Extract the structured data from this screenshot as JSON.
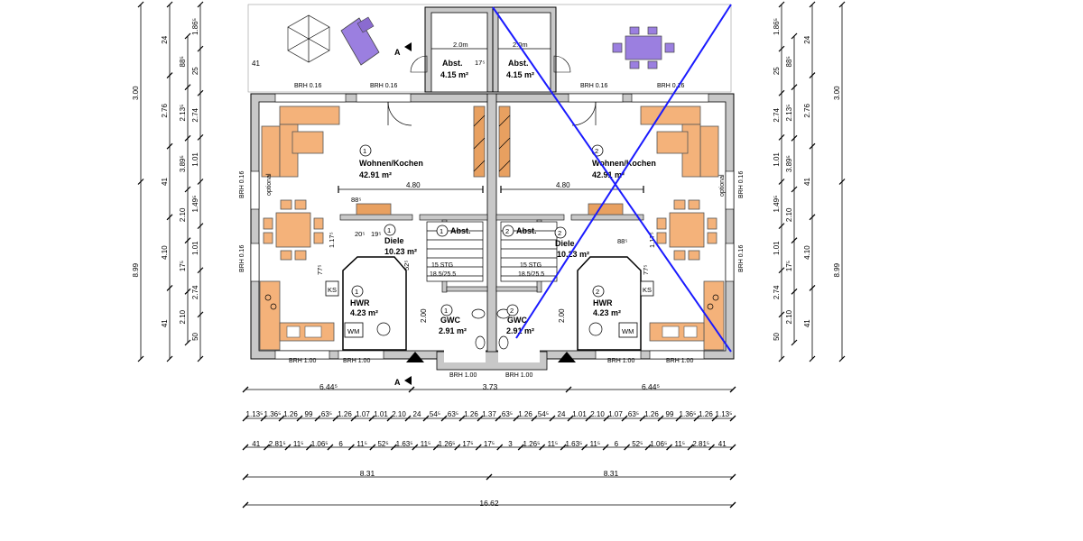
{
  "units": [
    {
      "id": "1",
      "wohnen": {
        "num": "1",
        "name": "Wohnen/Kochen",
        "area": "42.91 m²"
      },
      "diele": {
        "num": "1",
        "name": "Diele",
        "area": "10.23 m²"
      },
      "hwr": {
        "num": "1",
        "name": "HWR",
        "area": "4.23 m²"
      },
      "gwc": {
        "num": "1",
        "name": "GWC",
        "area": "2.91 m²"
      },
      "abst_small": {
        "num": "1",
        "name": "Abst."
      },
      "abst_out": {
        "name": "Abst.",
        "area": "4.15 m²"
      }
    },
    {
      "id": "2",
      "wohnen": {
        "num": "2",
        "name": "Wohnen/Kochen",
        "area": "42.91 m²"
      },
      "diele": {
        "num": "2",
        "name": "Diele",
        "area": "10.23 m²"
      },
      "hwr": {
        "num": "2",
        "name": "HWR",
        "area": "4.23 m²"
      },
      "gwc": {
        "num": "2",
        "name": "GWC",
        "area": "2.91 m²"
      },
      "abst_small": {
        "num": "2",
        "name": "Abst."
      },
      "abst_out": {
        "name": "Abst.",
        "area": "4.15 m²"
      }
    }
  ],
  "labels": {
    "brh_016": "BRH 0.16",
    "brh_100": "BRH 1.00",
    "optional": "optional",
    "ks": "KS",
    "wm": "WM",
    "section": "A",
    "stair": "15 STG",
    "stair_dim": "18.5/25.5",
    "dim_20m": "2.0m",
    "dim_200": "2.00",
    "dim_480": "4.80",
    "dim_88": "88⁵",
    "dim_117": "1.17⁵",
    "dim_77": "77⁵",
    "dim_52": "52⁵",
    "dim_20": "20⁵",
    "dim_19": "19⁵",
    "dim_17": "17⁵",
    "dim_41": "41"
  },
  "bottom_dims": {
    "row1": [
      "6.44⁵",
      "3.73",
      "6.44⁵"
    ],
    "row2": [
      "1.13⁵",
      "1.36⁵",
      "1.26",
      "99",
      "63⁵",
      "1.26",
      "1.07",
      "1.01",
      "2.10",
      "24",
      "54⁵",
      "63⁵",
      "1.26",
      "1.37",
      "63⁵",
      "1.26",
      "54⁵",
      "24",
      "1.01",
      "2.10",
      "1.07",
      "63⁵",
      "1.26",
      "99",
      "1.36⁵",
      "1.26",
      "1.13⁵"
    ],
    "row3": [
      "41",
      "2.81⁵",
      "11⁵",
      "1.06⁵",
      "6",
      "11⁵",
      "52⁵",
      "1.63⁵",
      "11⁵",
      "1.26⁵",
      "17⁵",
      "17⁵",
      "3",
      "1.26⁵",
      "11⁵",
      "1.63⁵",
      "11⁵",
      "6",
      "52⁵",
      "1.06⁵",
      "11⁵",
      "2.81⁵",
      "41"
    ],
    "row4": [
      "8.31",
      "8.31"
    ],
    "row5": [
      "16.62"
    ]
  },
  "side_dims": {
    "c1": [
      "3.00",
      "8.99"
    ],
    "c2": [
      "24",
      "2.76",
      "41",
      "4.10",
      "41"
    ],
    "c3": [
      "1.86⁵",
      "25",
      "2.74",
      "1.01",
      "1.49⁵",
      "1.01",
      "2.74",
      "50"
    ],
    "c4": [
      "88⁵",
      "2.13⁵",
      "3.89⁵",
      "2.10",
      "17⁵",
      "2.10"
    ]
  },
  "overlay": {
    "color": "#1a1aff"
  },
  "colors": {
    "furniture": "#f4b27a",
    "wall": "#c8c8c8",
    "umbrella_chair": "#9b7fe0"
  }
}
